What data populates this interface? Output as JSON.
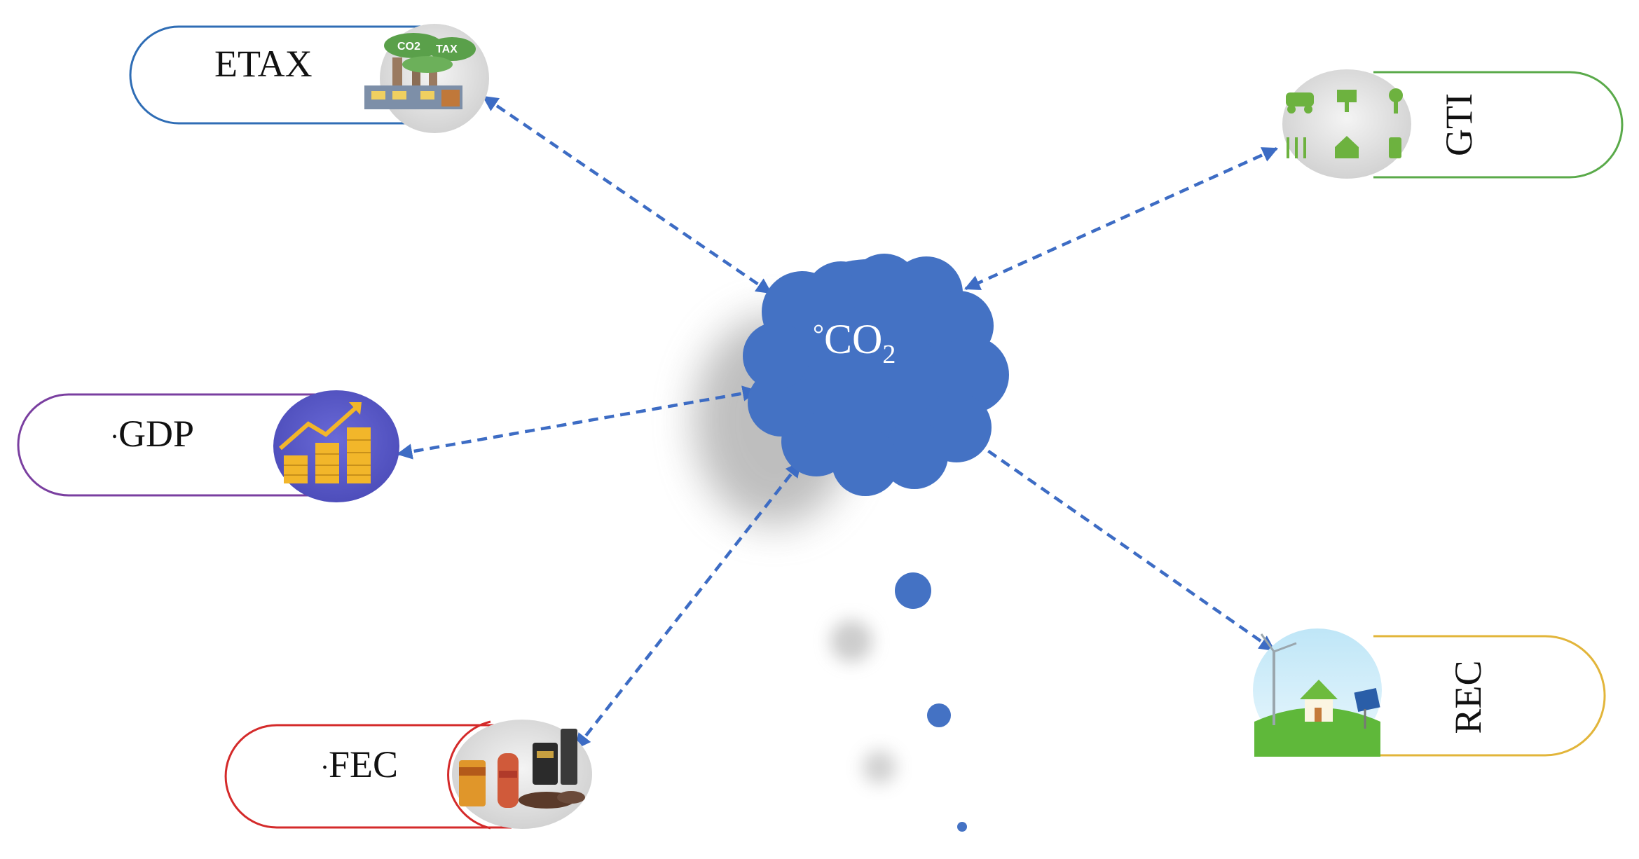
{
  "center": {
    "degree": "°",
    "label": "CO",
    "subscript": "2"
  },
  "nodes": {
    "etax": {
      "label": "ETAX",
      "icon": "co2-tax-factory-icon",
      "color": "#2f6db5",
      "badge_co2": "CO2",
      "badge_tax": "TAX"
    },
    "gti": {
      "label": "GTI",
      "icon": "green-technology-grid-icon",
      "color": "#5aaa4a"
    },
    "gdp": {
      "label": "GDP",
      "prefix": "•",
      "icon": "growth-chart-icon",
      "color": "#7a3fa0"
    },
    "fec": {
      "label": "FEC",
      "prefix": "•",
      "icon": "fossil-fuel-barrels-icon",
      "color": "#d42a2a"
    },
    "rec": {
      "label": "REC",
      "icon": "renewable-house-icon",
      "color": "#e2b53a"
    }
  },
  "colors": {
    "arrow": "#3d6cc4",
    "cloud": "#4472c4"
  }
}
